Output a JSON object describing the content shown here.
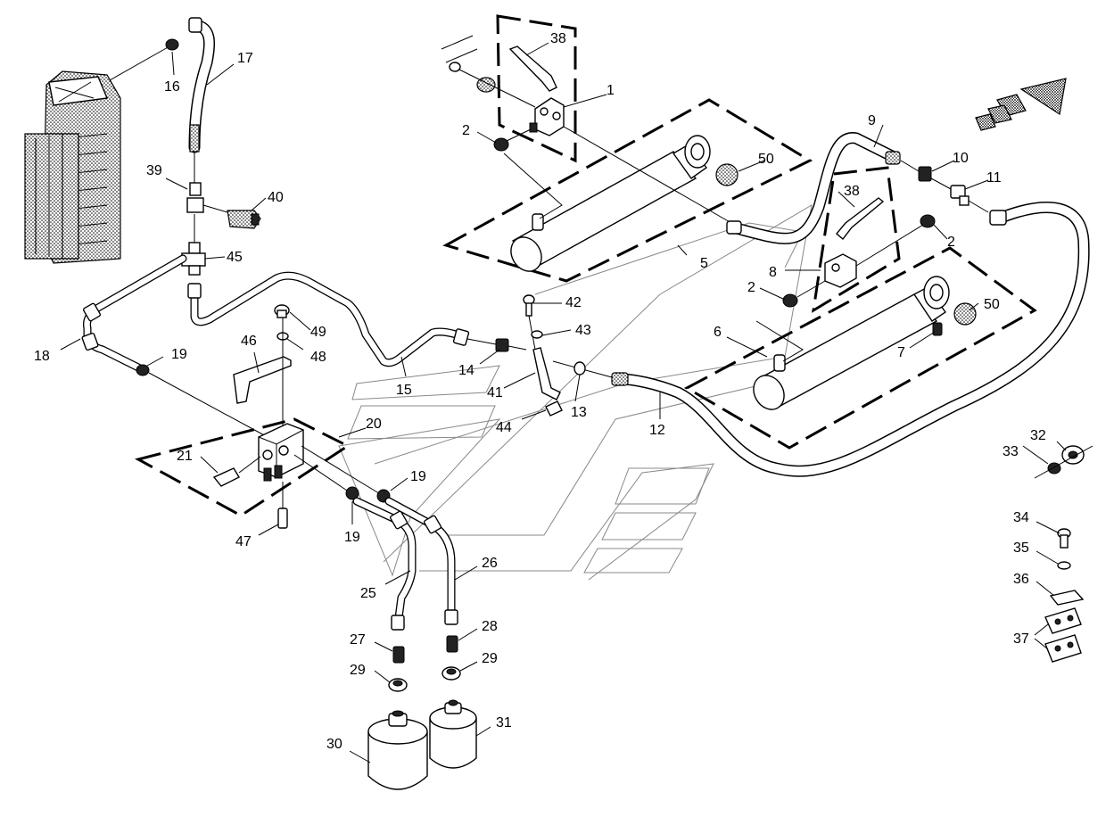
{
  "callouts": [
    {
      "id": "c1",
      "text": "1"
    },
    {
      "id": "c2a",
      "text": "2"
    },
    {
      "id": "c2b",
      "text": "2"
    },
    {
      "id": "c2c",
      "text": "2"
    },
    {
      "id": "c5",
      "text": "5"
    },
    {
      "id": "c6",
      "text": "6"
    },
    {
      "id": "c7",
      "text": "7"
    },
    {
      "id": "c8",
      "text": "8"
    },
    {
      "id": "c9",
      "text": "9"
    },
    {
      "id": "c10",
      "text": "10"
    },
    {
      "id": "c11",
      "text": "11"
    },
    {
      "id": "c12",
      "text": "12"
    },
    {
      "id": "c13",
      "text": "13"
    },
    {
      "id": "c14",
      "text": "14"
    },
    {
      "id": "c15",
      "text": "15"
    },
    {
      "id": "c16",
      "text": "16"
    },
    {
      "id": "c17",
      "text": "17"
    },
    {
      "id": "c18",
      "text": "18"
    },
    {
      "id": "c19a",
      "text": "19"
    },
    {
      "id": "c19b",
      "text": "19"
    },
    {
      "id": "c19c",
      "text": "19"
    },
    {
      "id": "c20",
      "text": "20"
    },
    {
      "id": "c21",
      "text": "21"
    },
    {
      "id": "c25",
      "text": "25"
    },
    {
      "id": "c26",
      "text": "26"
    },
    {
      "id": "c27",
      "text": "27"
    },
    {
      "id": "c28",
      "text": "28"
    },
    {
      "id": "c29a",
      "text": "29"
    },
    {
      "id": "c29b",
      "text": "29"
    },
    {
      "id": "c30",
      "text": "30"
    },
    {
      "id": "c31",
      "text": "31"
    },
    {
      "id": "c32",
      "text": "32"
    },
    {
      "id": "c33",
      "text": "33"
    },
    {
      "id": "c34",
      "text": "34"
    },
    {
      "id": "c35",
      "text": "35"
    },
    {
      "id": "c36",
      "text": "36"
    },
    {
      "id": "c37",
      "text": "37"
    },
    {
      "id": "c38a",
      "text": "38"
    },
    {
      "id": "c38b",
      "text": "38"
    },
    {
      "id": "c39",
      "text": "39"
    },
    {
      "id": "c40",
      "text": "40"
    },
    {
      "id": "c41",
      "text": "41"
    },
    {
      "id": "c42",
      "text": "42"
    },
    {
      "id": "c43",
      "text": "43"
    },
    {
      "id": "c44",
      "text": "44"
    },
    {
      "id": "c45",
      "text": "45"
    },
    {
      "id": "c46",
      "text": "46"
    },
    {
      "id": "c47",
      "text": "47"
    },
    {
      "id": "c48",
      "text": "48"
    },
    {
      "id": "c49",
      "text": "49"
    },
    {
      "id": "c50a",
      "text": "50"
    },
    {
      "id": "c50b",
      "text": "50"
    }
  ],
  "colors": {
    "line": "#000000",
    "background": "#ffffff",
    "ghost": "#888888"
  }
}
